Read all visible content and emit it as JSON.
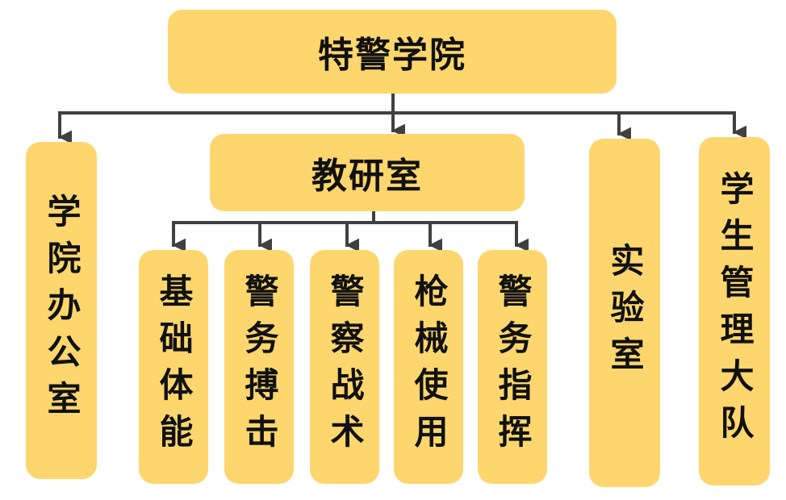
{
  "title": "特警学院",
  "departments": {
    "office": "学院办公室",
    "teaching": "教研室",
    "lab": "实验室",
    "students": "学生管理大队"
  },
  "sections": [
    "基础体能",
    "警务搏击",
    "警察战术",
    "枪械使用",
    "警务指挥"
  ],
  "colors": {
    "box_fill": "#FDD66E",
    "connector": "#404040",
    "text": "#111111"
  }
}
